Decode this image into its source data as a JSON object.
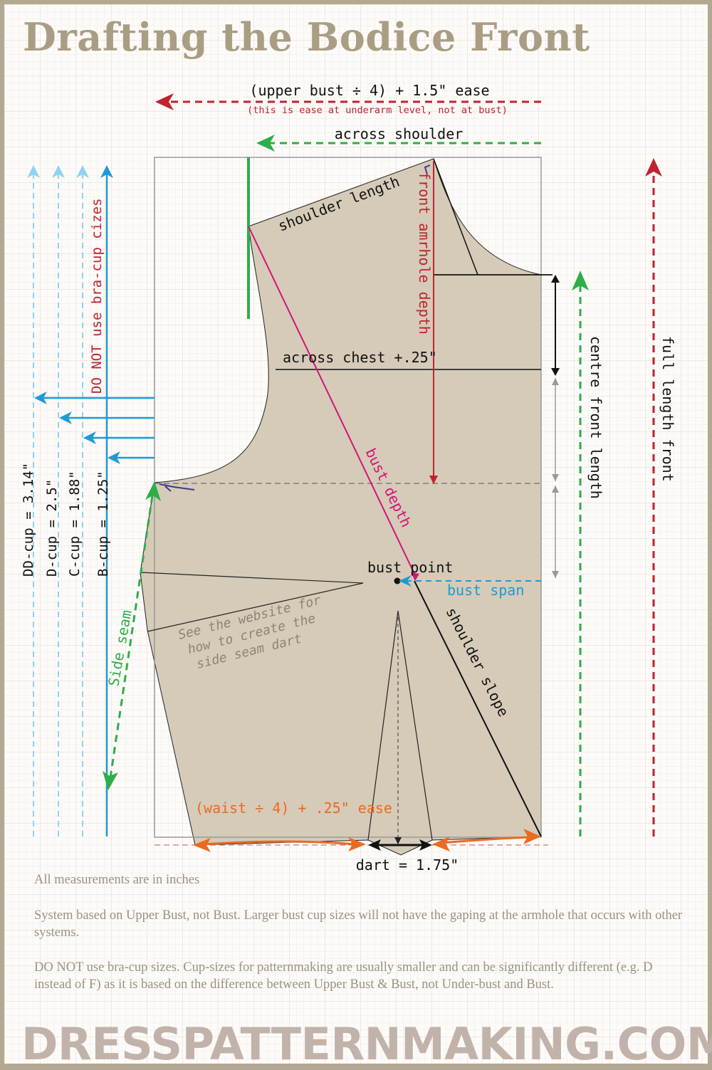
{
  "title": "Drafting the Bodice Front",
  "labels": {
    "upper_bust": "(upper bust ÷ 4) + 1.5\" ease",
    "upper_bust_note": "(this is ease at underarm level, not at bust)",
    "across_shoulder": "across shoulder",
    "shoulder_length": "shoulder length",
    "front_armhole_depth": "front amrhole depth",
    "across_chest": "across chest +.25\"",
    "bust_depth": "bust depth",
    "bust_point": "bust point",
    "bust_span": "bust span",
    "shoulder_slope": "shoulder slope",
    "centre_front_length": "centre front length",
    "full_length_front": "full length front",
    "do_not_use": "DO NOT use bra-cup cizes",
    "side_seam": "Side seam",
    "side_seam_dart_note": [
      "See the website for",
      "how to create the",
      "side seam dart"
    ],
    "waist": "(waist ÷ 4) + .25\" ease",
    "dart": "dart = 1.75\""
  },
  "cups": [
    {
      "name": "DD-cup",
      "label": "DD-cup  = 3.14\""
    },
    {
      "name": "D-cup",
      "label": "D-cup  = 2.5\""
    },
    {
      "name": "C-cup",
      "label": "C-cup  = 1.88\""
    },
    {
      "name": "B-cup",
      "label": "B-cup  = 1.25\""
    }
  ],
  "notes": [
    "All measurements are in inches",
    "System based on Upper Bust, not Bust.  Larger bust cup sizes will not have the gaping at the armhole that occurs with other systems.",
    "DO NOT use bra-cup sizes.  Cup-sizes for patternmaking are usually smaller and can be significantly different (e.g. D instead of F)  as it is based on the difference between Upper Bust & Bust, not Under-bust and Bust."
  ],
  "brand": "DRESSPATTERNMAKING.COM",
  "colors": {
    "bodice_fill": "#d5cbb8",
    "red": "#c0222e",
    "green": "#2eae49",
    "blue": "#1d9ad6",
    "light_blue": "#8fd3f0",
    "magenta": "#d4137a",
    "orange": "#ea6a21",
    "dark_red": "#a02030"
  }
}
